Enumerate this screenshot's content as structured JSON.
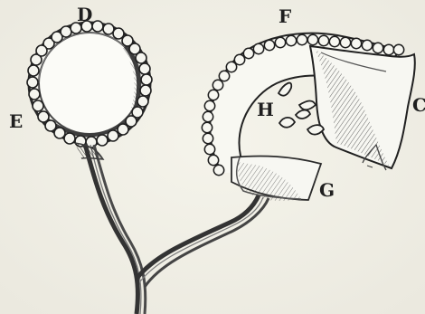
{
  "figure": {
    "labels": {
      "d": "D",
      "e": "E",
      "f": "F",
      "h": "H",
      "g": "G",
      "c": "C"
    },
    "colors": {
      "background": "#f1f0e6",
      "ink": "#1f1f1f",
      "mid_ink": "#3c3c3c",
      "shade": "#5b5b5b"
    }
  }
}
